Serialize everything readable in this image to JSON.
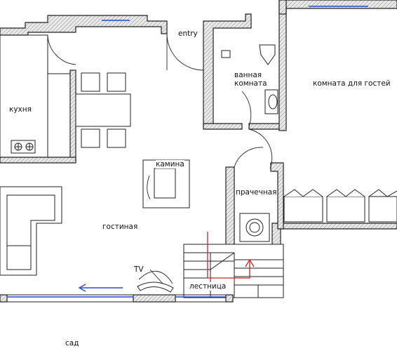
{
  "rooms": {
    "entry": "entry",
    "bathroom": "ванная\nкомната",
    "guest_room": "комната для гостей",
    "kitchen": "кухня",
    "fireplace": "камина",
    "laundry": "прачечная",
    "living_room": "гостиная",
    "tv": "TV",
    "stairs": "лестница",
    "garden": "сад"
  },
  "colors": {
    "wall_outline": "#222222",
    "window": "#1a4fbf",
    "stairs_arrow": "#d02020",
    "garden_arrow": "#2a4fd0"
  }
}
